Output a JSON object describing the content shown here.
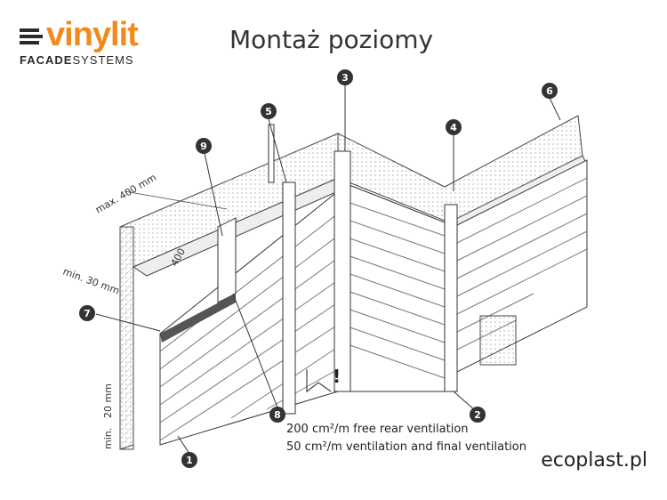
{
  "brand": {
    "name": "vinylit",
    "subtitle_bold": "FACADE",
    "subtitle_light": "SYSTEMS",
    "watermark": "ecoplast.pl"
  },
  "title": "Montaż poziomy",
  "dimensions": {
    "max_spacing": "max. 400 mm",
    "min_gap_side": "min. 30 mm",
    "gap_bottom": "20 mm",
    "min_bottom": "min.",
    "angle": "400"
  },
  "callouts": [
    "1",
    "2",
    "3",
    "4",
    "5",
    "6",
    "7",
    "8",
    "9"
  ],
  "warning_mark": "!",
  "notes": {
    "line1": "200 cm²/m free rear ventilation",
    "line2": "50 cm²/m ventilation and final ventilation"
  },
  "colors": {
    "brand_orange": "#f08a1d",
    "ink": "#2b2b2b",
    "callout_fill": "#333333"
  }
}
